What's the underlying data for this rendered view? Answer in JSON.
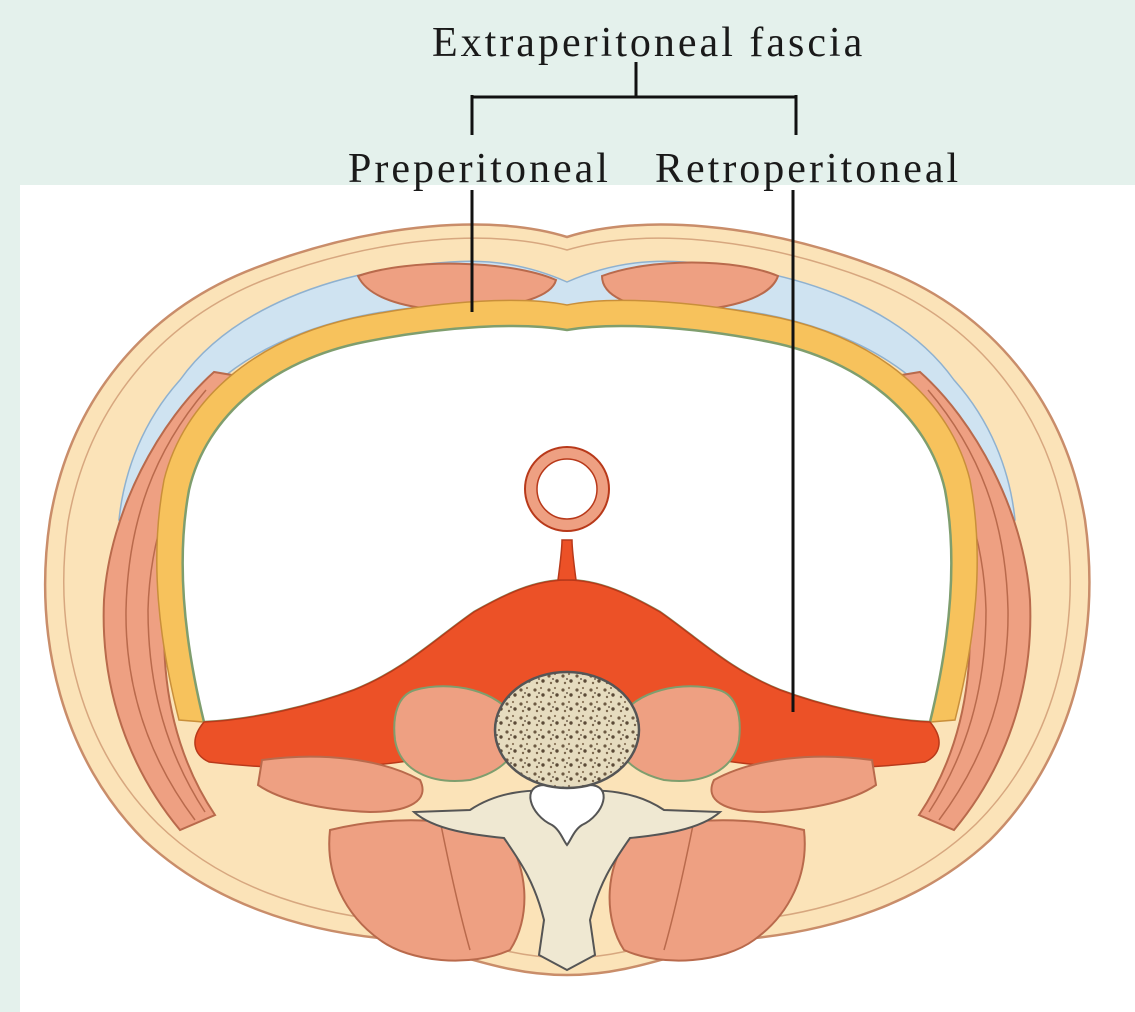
{
  "labels": {
    "title": "Extraperitoneal fascia",
    "preperitoneal": "Preperitoneal",
    "retroperitoneal": "Retroperitoneal"
  },
  "colors": {
    "background": "#e4f1ec",
    "panel": "#ffffff",
    "skin_fat": "#fbe3b8",
    "muscle": "#eea082",
    "fascia_blue": "#cfe3f1",
    "retroperitoneal_fat": "#ec5127",
    "fascia_yellow": "#f7c25c",
    "peritoneum_green": "#7f9e6e",
    "bone": "#efe8d2",
    "leader_line": "#111111"
  }
}
